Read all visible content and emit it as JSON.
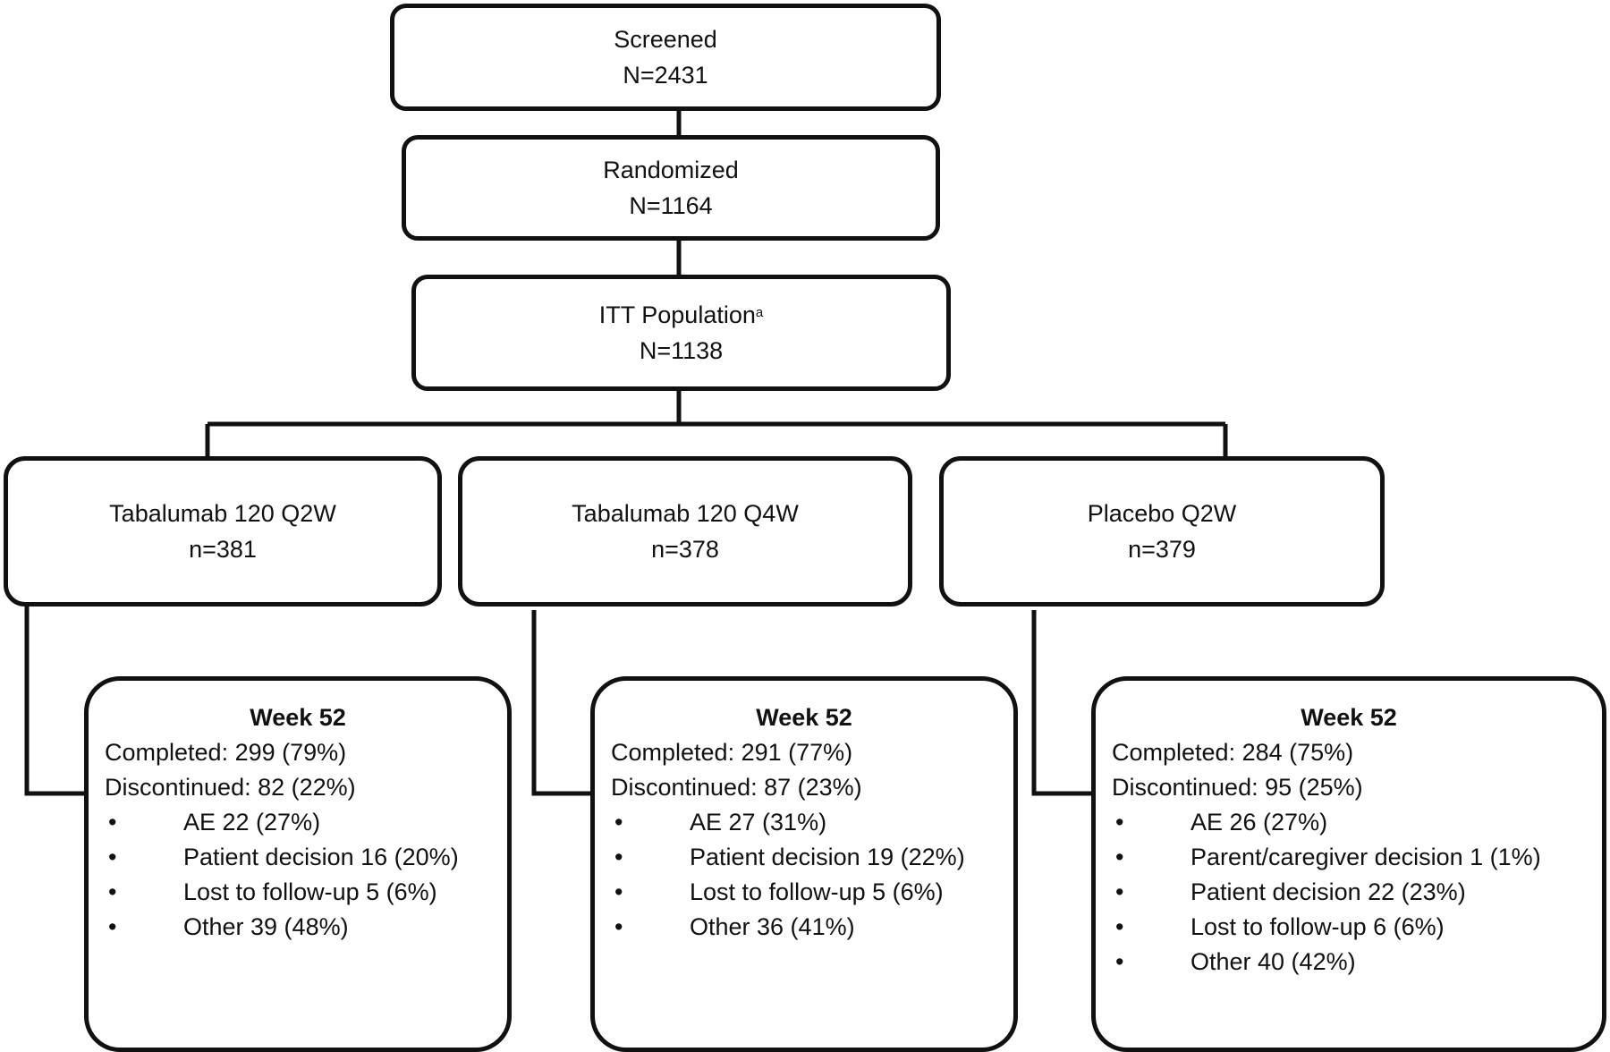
{
  "screened": {
    "label": "Screened",
    "count": "N=2431"
  },
  "randomized": {
    "label": "Randomized",
    "count": "N=1164"
  },
  "itt": {
    "label": "ITT Population",
    "superscript": "a",
    "count": "N=1138"
  },
  "arms": [
    {
      "label": "Tabalumab 120 Q2W",
      "count": "n=381"
    },
    {
      "label": "Tabalumab 120 Q4W",
      "count": "n=378"
    },
    {
      "label": "Placebo Q2W",
      "count": "n=379"
    }
  ],
  "outcomes": [
    {
      "week": "Week 52",
      "completed": "Completed: 299 (79%)",
      "discontinued": "Discontinued: 82 (22%)",
      "bullet": "•",
      "reasons": [
        "AE 22 (27%)",
        "Patient decision 16 (20%)",
        "Lost to follow-up 5 (6%)",
        "Other 39 (48%)"
      ]
    },
    {
      "week": "Week 52",
      "completed": "Completed: 291 (77%)",
      "discontinued": "Discontinued: 87 (23%)",
      "bullet": "•",
      "reasons": [
        "AE 27 (31%)",
        "Patient decision 19 (22%)",
        "Lost to follow-up 5 (6%)",
        "Other 36 (41%)"
      ]
    },
    {
      "week": "Week 52",
      "completed": "Completed: 284 (75%)",
      "discontinued": "Discontinued: 95 (25%)",
      "bullet": "•",
      "reasons": [
        "AE 26 (27%)",
        "Parent/caregiver decision 1 (1%)",
        "Patient decision 22 (23%)",
        "Lost to follow-up 6 (6%)",
        "Other 40 (42%)"
      ]
    }
  ],
  "colors": {
    "stroke": "#111111",
    "background": "#ffffff"
  }
}
